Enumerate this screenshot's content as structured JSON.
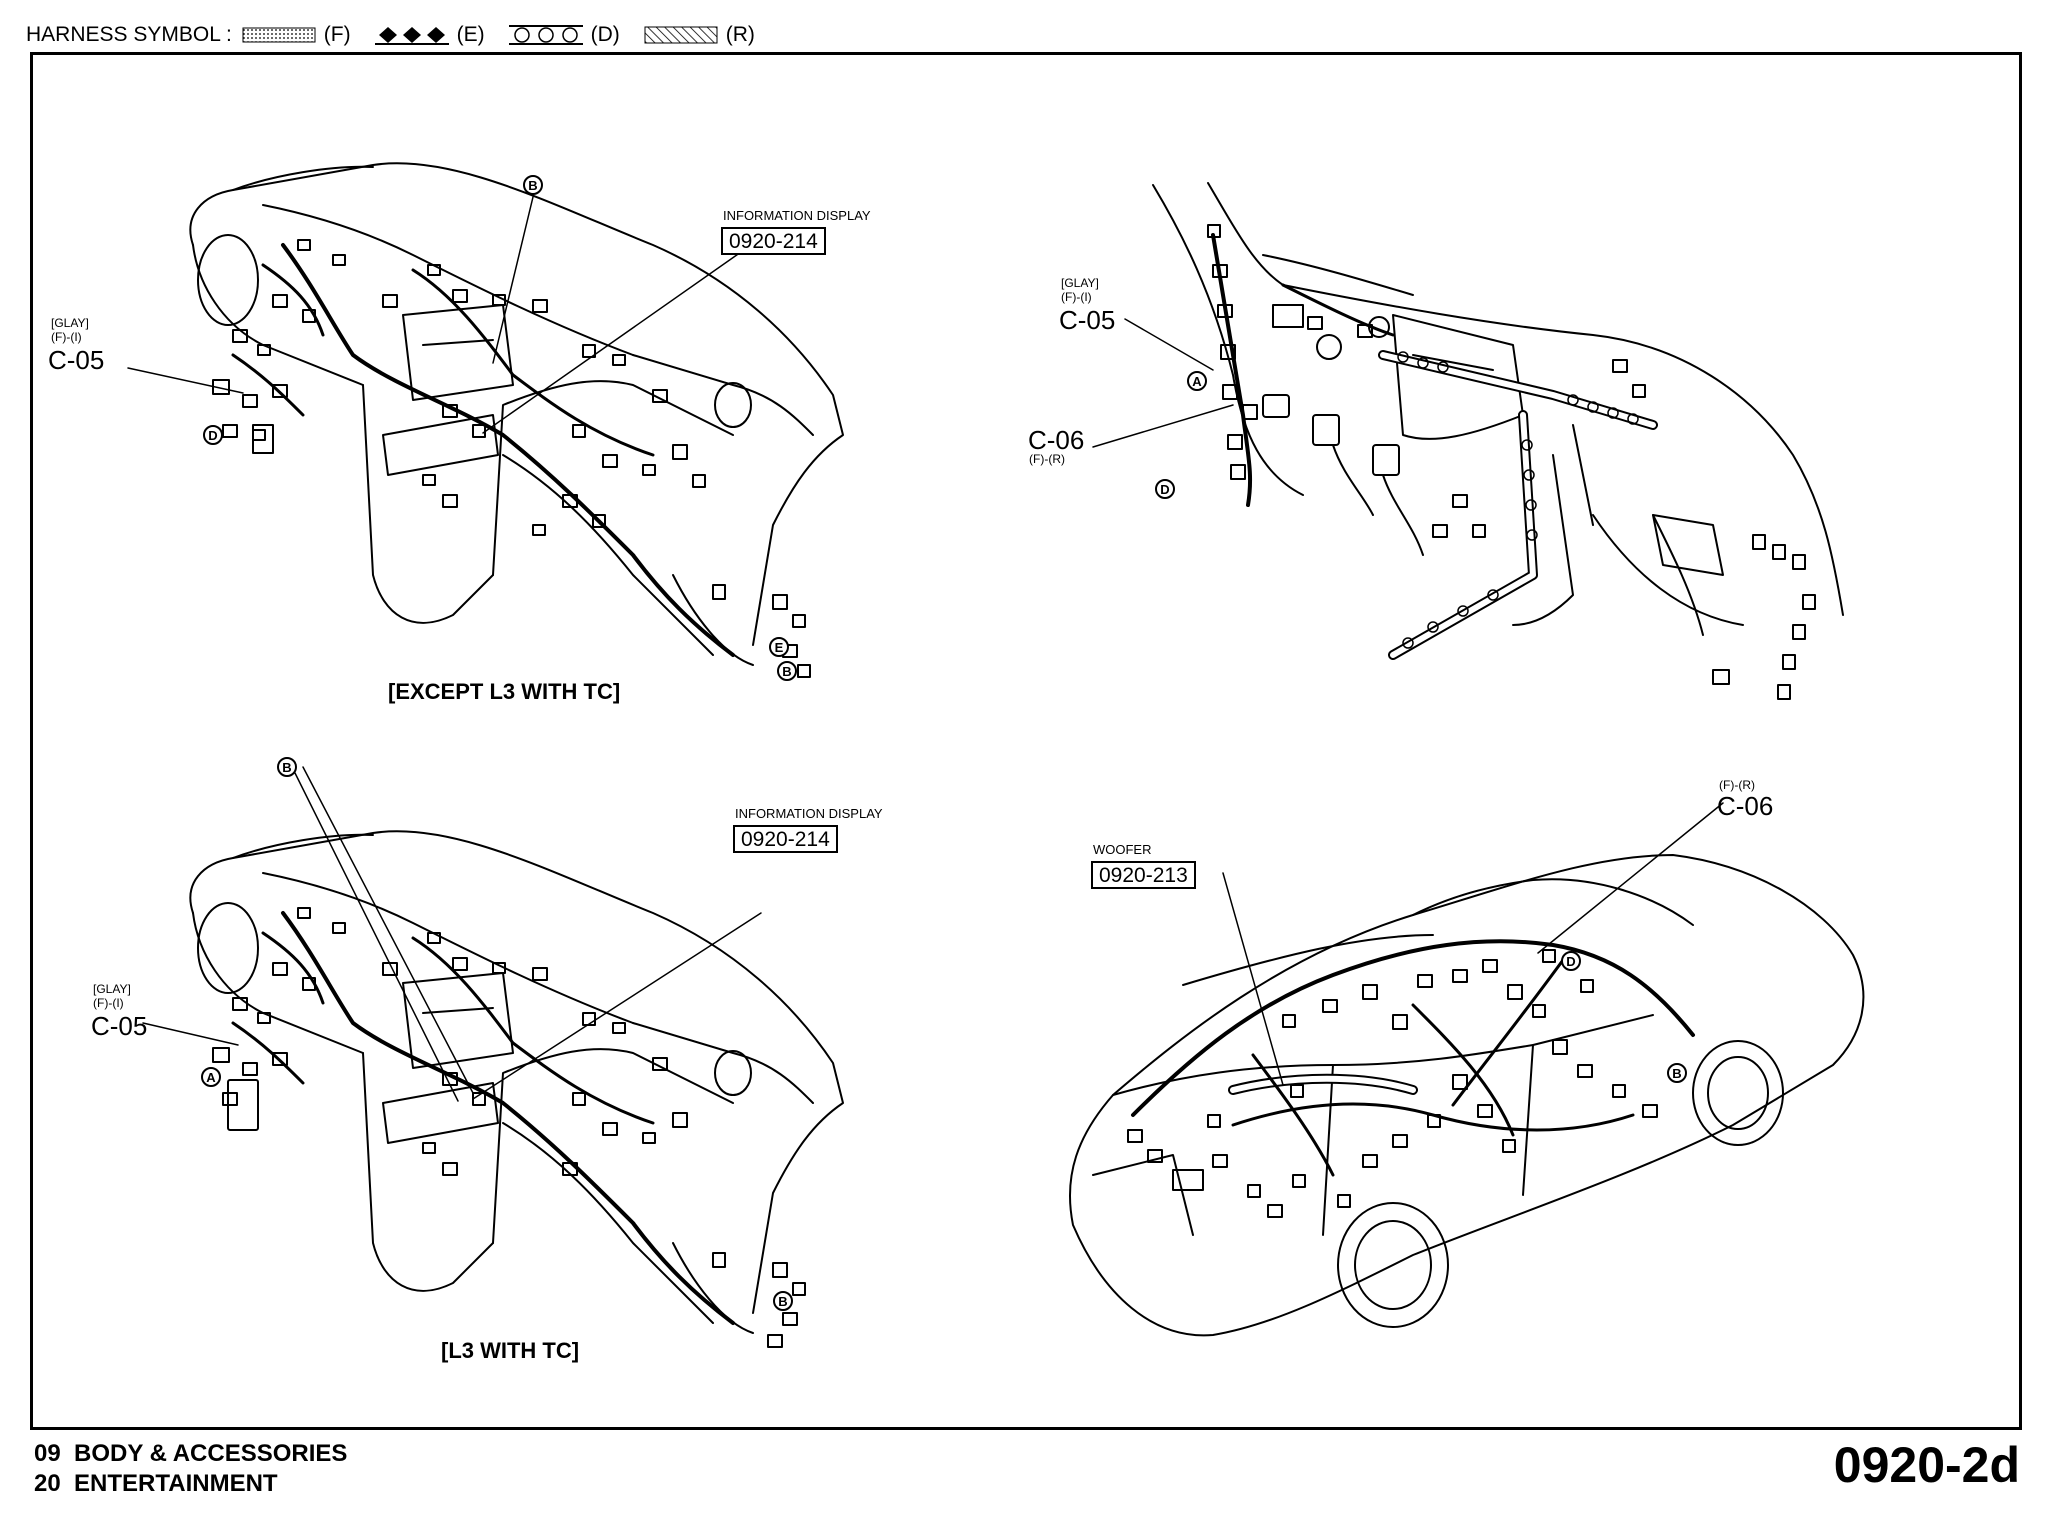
{
  "legend": {
    "title": "HARNESS SYMBOL :",
    "items": [
      {
        "pattern": "dotted",
        "code": "(F)"
      },
      {
        "pattern": "diamonds",
        "code": "(E)"
      },
      {
        "pattern": "circles",
        "code": "(D)"
      },
      {
        "pattern": "hatched",
        "code": "(R)"
      }
    ]
  },
  "views": {
    "top_left": {
      "caption": "[EXCEPT L3 WITH TC]",
      "info_display_label": "INFORMATION DISPLAY",
      "info_display_code": "0920-214",
      "c05": {
        "color": "[GLAY]",
        "harness": "(F)-(I)",
        "code": "C-05"
      },
      "markers": [
        "B",
        "D",
        "E",
        "B"
      ]
    },
    "top_right": {
      "c05": {
        "color": "[GLAY]",
        "harness": "(F)-(I)",
        "code": "C-05"
      },
      "c06": {
        "code": "C-06",
        "harness": "(F)-(R)"
      },
      "markers": [
        "A",
        "D"
      ]
    },
    "bottom_left": {
      "caption": "[L3 WITH TC]",
      "info_display_label": "INFORMATION DISPLAY",
      "info_display_code": "0920-214",
      "c05": {
        "color": "[GLAY]",
        "harness": "(F)-(I)",
        "code": "C-05"
      },
      "markers": [
        "B",
        "A",
        "B"
      ]
    },
    "bottom_right": {
      "woofer_label": "WOOFER",
      "woofer_code": "0920-213",
      "c06": {
        "harness": "(F)-(R)",
        "code": "C-06"
      },
      "markers": [
        "D",
        "B"
      ]
    }
  },
  "footer": {
    "line1": "09  BODY & ACCESSORIES",
    "line2": "20  ENTERTAINMENT",
    "page": "0920-2d"
  }
}
